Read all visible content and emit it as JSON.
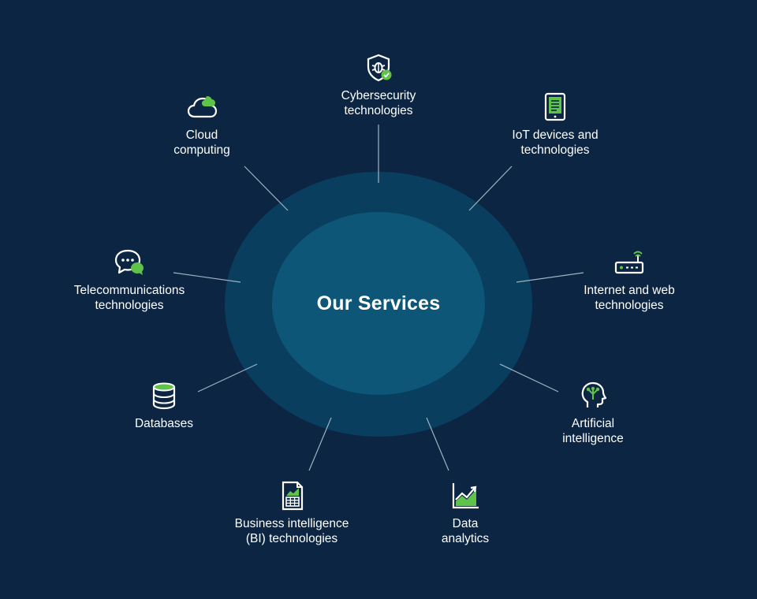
{
  "center": {
    "title": "Our Services"
  },
  "colors": {
    "background": "#0b2542",
    "outer_ring": "#0a3e5e",
    "inner_core": "#0d5677",
    "accent": "#5fc34a",
    "connector": "#9fb2c4"
  },
  "services": [
    {
      "label": "Cybersecurity\ntechnologies",
      "icon": "shield-bug-icon"
    },
    {
      "label": "IoT devices and\ntechnologies",
      "icon": "tablet-icon"
    },
    {
      "label": "Internet and web\ntechnologies",
      "icon": "router-icon"
    },
    {
      "label": "Artificial\nintelligence",
      "icon": "ai-head-icon"
    },
    {
      "label": "Data\nanalytics",
      "icon": "line-chart-icon"
    },
    {
      "label": "Business intelligence\n(BI) technologies",
      "icon": "report-icon"
    },
    {
      "label": "Databases",
      "icon": "database-icon"
    },
    {
      "label": "Telecommunications\ntechnologies",
      "icon": "chat-bubble-icon"
    },
    {
      "label": "Cloud\ncomputing",
      "icon": "cloud-icon"
    }
  ]
}
